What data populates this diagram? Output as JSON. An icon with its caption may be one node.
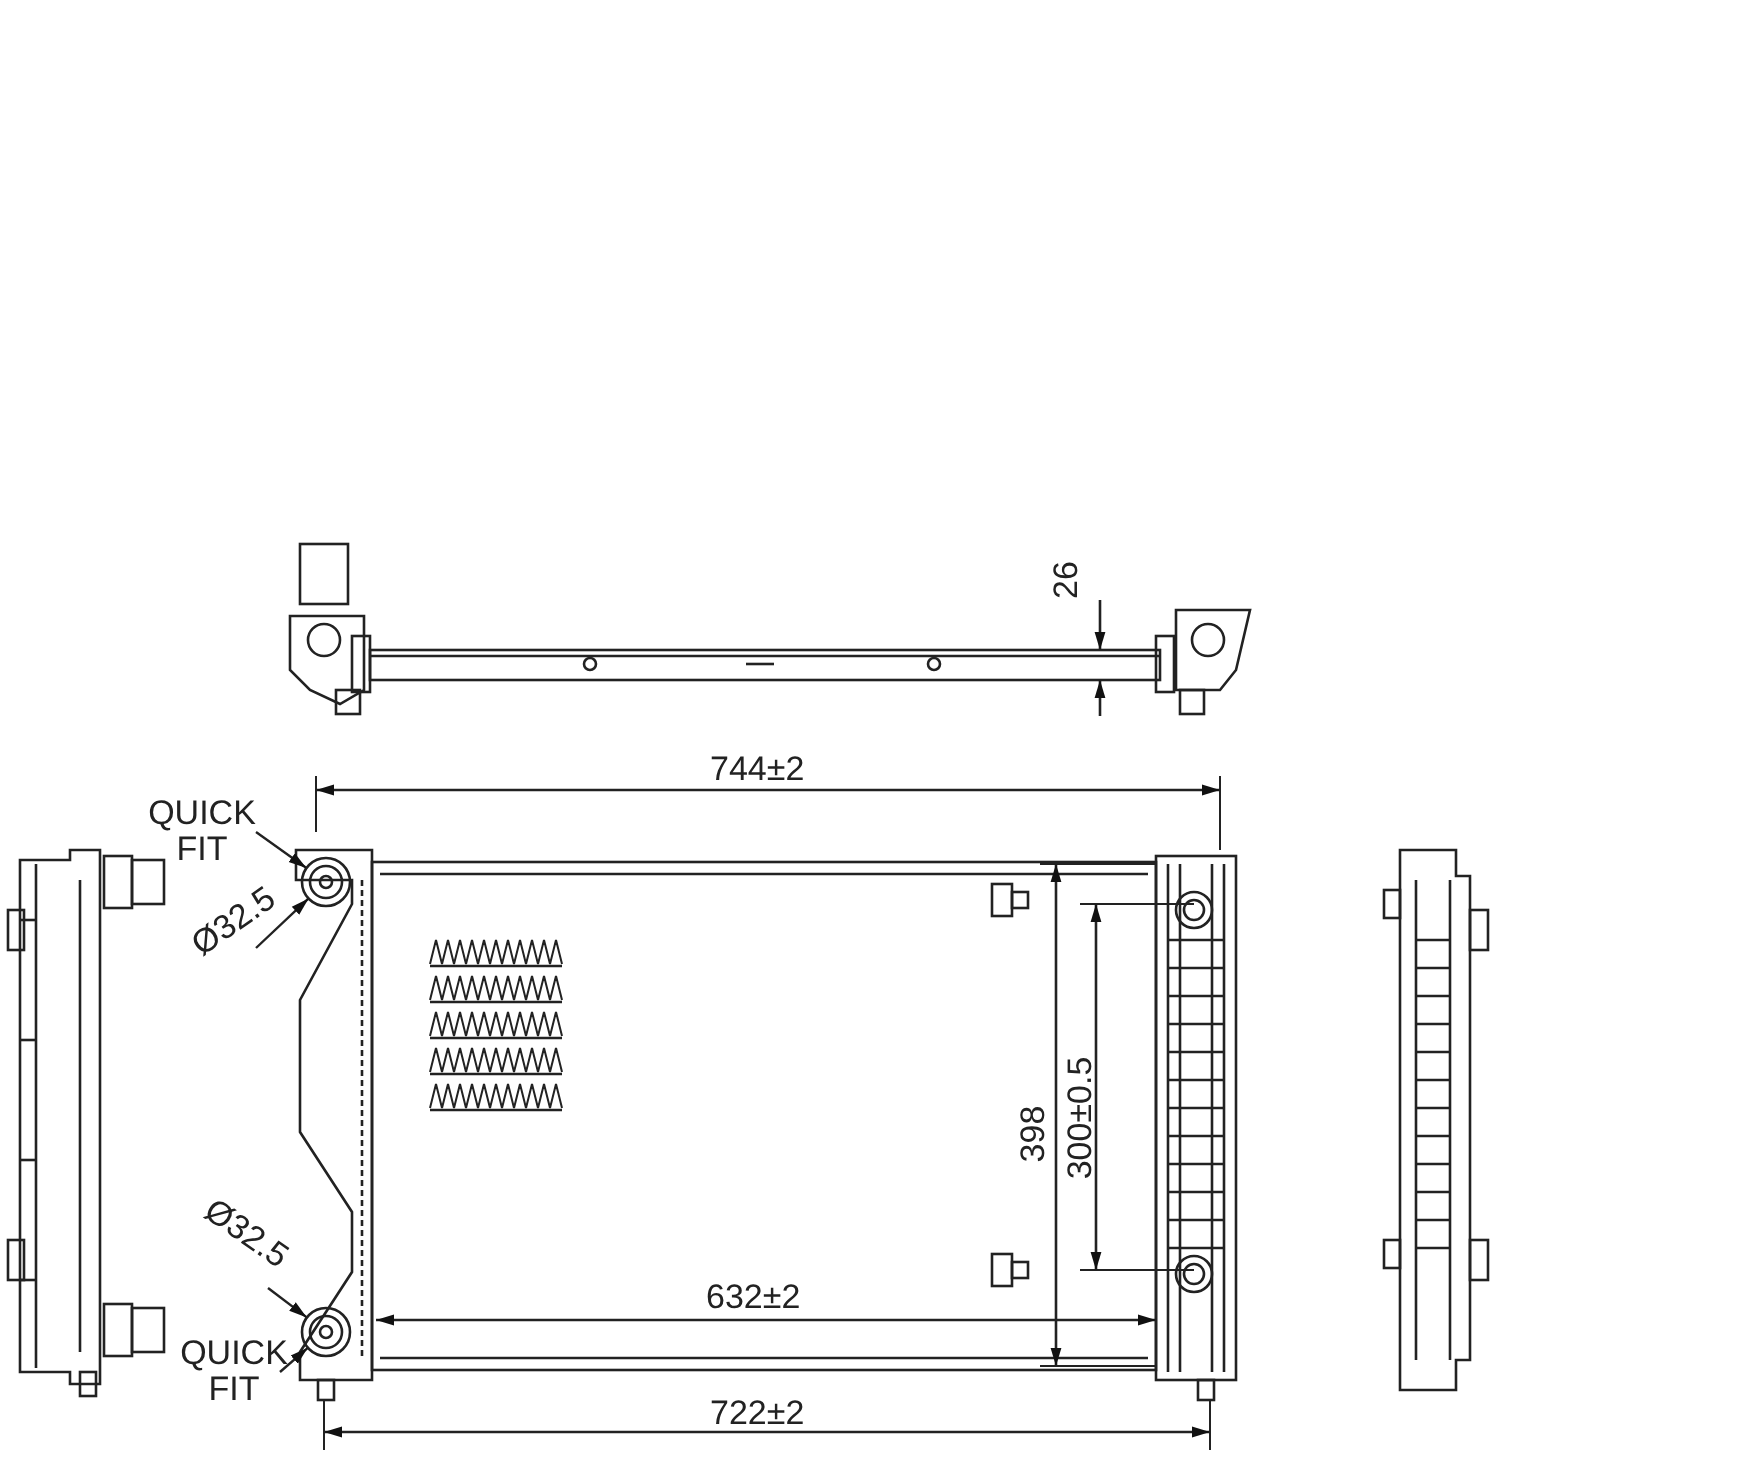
{
  "diagram": {
    "nodes": [
      {
        "text": [
          "QUICK FIT"
        ]
      },
      {
        "text": [],
        "shape": "circle"
      },
      {
        "text": [
          "Ø32.5"
        ]
      },
      {
        "text": [
          "Ø32.5"
        ]
      },
      {
        "text": [],
        "shape": "circle"
      },
      {
        "text": [
          "QUICK FIT"
        ]
      }
    ],
    "edges": [
      {
        "from": 0,
        "to": 1,
        "arrow": "to"
      },
      {
        "from": 2,
        "to": 1,
        "arrow": "to"
      },
      {
        "from": 3,
        "to": 4,
        "arrow": "to"
      },
      {
        "from": 5,
        "to": 4,
        "arrow": "to"
      }
    ],
    "labels": [
      "26",
      "744±2",
      "398",
      "300±0.5",
      "632±2",
      "722±2"
    ]
  }
}
